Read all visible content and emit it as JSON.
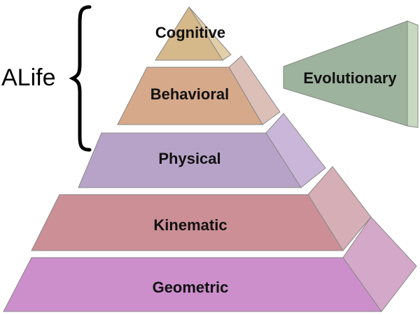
{
  "pyramid": {
    "levels": [
      {
        "id": "cognitive",
        "label": "Cognitive",
        "color": "#d6b98a",
        "side": "#e2cfa8"
      },
      {
        "id": "behavioral",
        "label": "Behavioral",
        "color": "#d6a98a",
        "side": "#dcc0b8"
      },
      {
        "id": "physical",
        "label": "Physical",
        "color": "#b8a3c8",
        "side": "#c9b6d8"
      },
      {
        "id": "kinematic",
        "label": "Kinematic",
        "color": "#cc8f96",
        "side": "#d6aeb5"
      },
      {
        "id": "geometric",
        "label": "Geometric",
        "color": "#cc8fcc",
        "side": "#d4a8c8"
      }
    ]
  },
  "brace": {
    "label": "ALife"
  },
  "wedge": {
    "label": "Evolutionary",
    "color": "#9db39d",
    "side": "#c7d9c0"
  }
}
